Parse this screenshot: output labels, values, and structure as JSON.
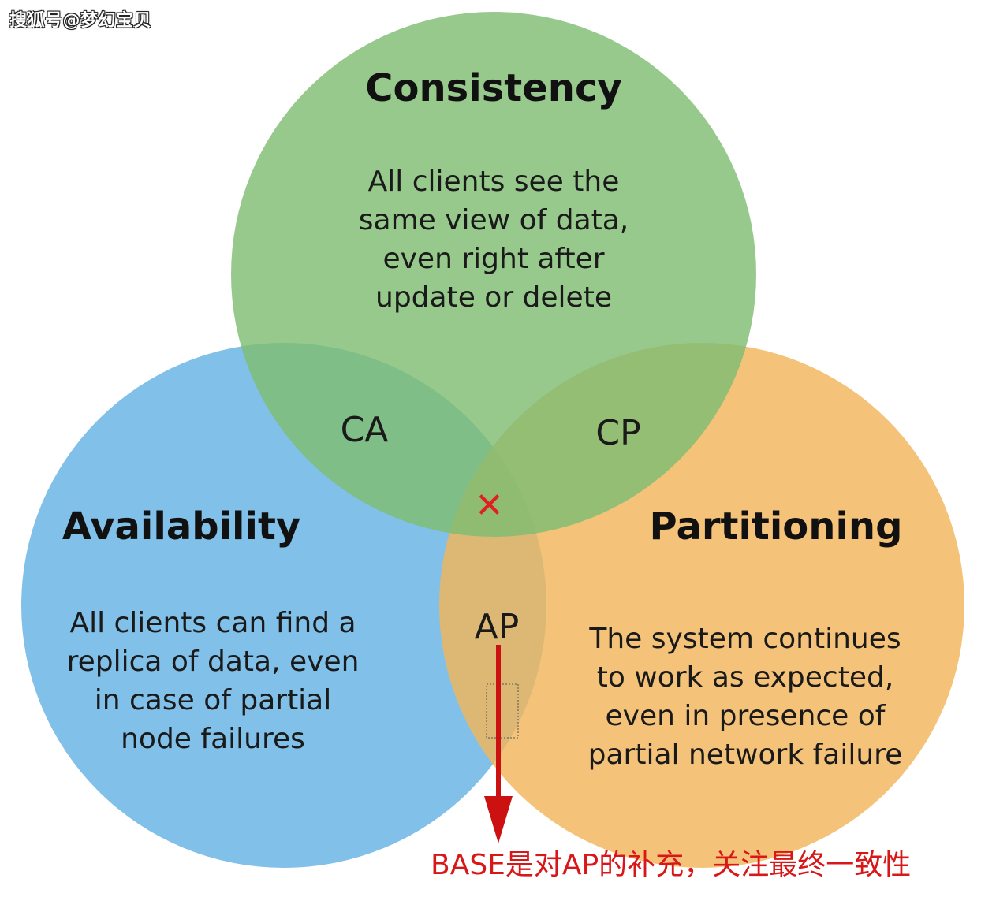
{
  "watermark": "搜狐号@梦幻宝贝",
  "colors": {
    "consistency": "#7fbd72",
    "availability": "#6fb7e6",
    "partitioning": "#f2b65c",
    "annotation": "#d81818"
  },
  "circles": {
    "consistency": {
      "title": "Consistency",
      "lines": [
        "All clients see the",
        "same view of data,",
        "even right after",
        "update or delete"
      ]
    },
    "availability": {
      "title": "Availability",
      "lines": [
        "All clients can find a",
        "replica of data, even",
        "in case of partial",
        "node failures"
      ]
    },
    "partitioning": {
      "title": "Partitioning",
      "lines": [
        "The system continues",
        "to work as expected,",
        "even in presence of",
        "partial network failure"
      ]
    }
  },
  "overlaps": {
    "ca": "CA",
    "cp": "CP",
    "ap": "AP",
    "center_mark": "✕"
  },
  "annotation": "BASE是对AP的补充，关注最终一致性"
}
